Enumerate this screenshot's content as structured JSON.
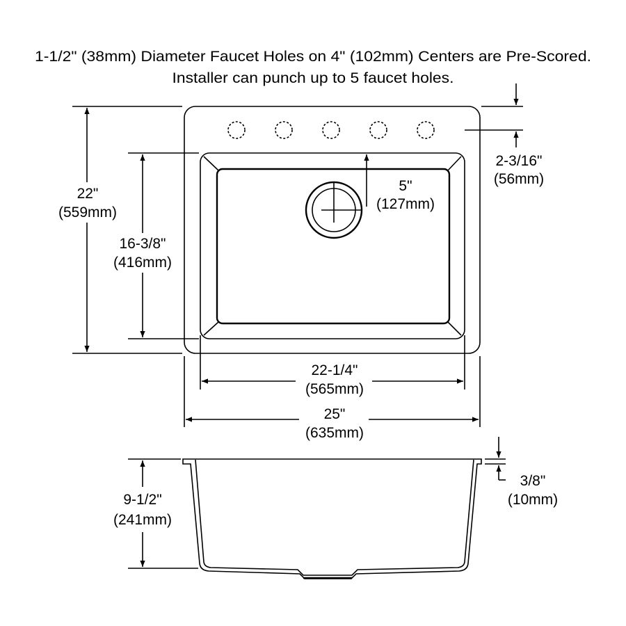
{
  "title": {
    "line1": "1-1/2\" (38mm) Diameter Faucet Holes on 4\" (102mm) Centers are Pre-Scored.",
    "line2": "Installer can punch up to 5 faucet holes."
  },
  "dimensions": {
    "overall_depth": {
      "imperial": "22\"",
      "metric": "(559mm)"
    },
    "bowl_depth": {
      "imperial": "16-3/8\"",
      "metric": "(416mm)"
    },
    "drain_offset": {
      "imperial": "5\"",
      "metric": "(127mm)"
    },
    "faucet_offset": {
      "imperial": "2-3/16\"",
      "metric": "(56mm)"
    },
    "bowl_width": {
      "imperial": "22-1/4\"",
      "metric": "(565mm)"
    },
    "overall_width": {
      "imperial": "25\"",
      "metric": "(635mm)"
    },
    "bowl_height": {
      "imperial": "9-1/2\"",
      "metric": "(241mm)"
    },
    "rim_thickness": {
      "imperial": "3/8\"",
      "metric": "(10mm)"
    }
  },
  "faucet_hole_count": 5
}
